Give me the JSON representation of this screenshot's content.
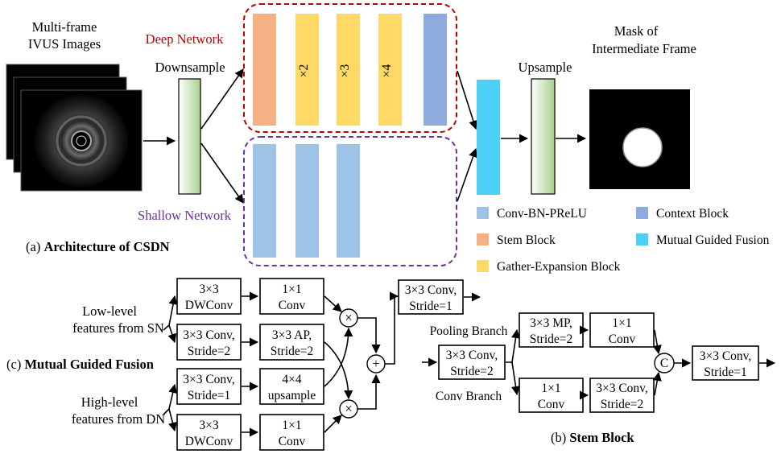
{
  "architecture": {
    "input_label_line1": "Multi-frame",
    "input_label_line2": "IVUS Images",
    "downsample_label": "Downsample",
    "deep_network_label": "Deep Network",
    "shallow_network_label": "Shallow Network",
    "gather_block_labels": [
      "×2",
      "×3",
      "×4"
    ],
    "upsample_label": "Upsample",
    "output_label_line1": "Mask of",
    "output_label_line2": "Intermediate Frame",
    "caption_prefix": "(a) ",
    "caption_bold": "Architecture of CSDN",
    "colors": {
      "deep_border": "#c00000",
      "shallow_border": "#7030a0",
      "conv_bn_prelu": "#9dc3e6",
      "stem_block": "#f4b183",
      "gather_expansion": "#ffd966",
      "context_block": "#8faadc",
      "mutual_guided_fusion": "#4dd0f5",
      "sample_green": "#a9d18e"
    }
  },
  "legend": [
    {
      "label": "Conv-BN-PReLU",
      "color": "#9dc3e6"
    },
    {
      "label": "Stem Block",
      "color": "#f4b183"
    },
    {
      "label": "Gather-Expansion Block",
      "color": "#ffd966"
    },
    {
      "label": "Context Block",
      "color": "#8faadc"
    },
    {
      "label": "Mutual Guided Fusion",
      "color": "#4dd0f5"
    }
  ],
  "fusion": {
    "caption_prefix": "(c) ",
    "caption_bold": "Mutual Guided Fusion",
    "low_level_line1": "Low-level",
    "low_level_line2": "features from SN",
    "high_level_line1": "High-level",
    "high_level_line2": "features from DN",
    "boxes": {
      "dwconv_top": [
        "3×3",
        "DWConv"
      ],
      "conv1x1_top": [
        "1×1",
        "Conv"
      ],
      "conv_s2": [
        "3×3 Conv,",
        "Stride=2"
      ],
      "ap": [
        "3×3 AP,",
        "Stride=2"
      ],
      "conv_s1": [
        "3×3 Conv,",
        "Stride=1"
      ],
      "upsample4": [
        "4×4",
        "upsample"
      ],
      "dwconv_bottom": [
        "3×3",
        "DWConv"
      ],
      "conv1x1_bottom": [
        "1×1",
        "Conv"
      ],
      "final": [
        "3×3 Conv,",
        "Stride=1"
      ]
    },
    "multiply_symbol": "×",
    "add_symbol": "+"
  },
  "stem": {
    "caption_prefix": "(b) ",
    "caption_bold": "Stem Block",
    "pooling_branch_label": "Pooling Branch",
    "conv_branch_label": "Conv Branch",
    "boxes": {
      "input_conv": [
        "3×3 Conv,",
        "Stride=2"
      ],
      "mp": [
        "3×3 MP,",
        "Stride=2"
      ],
      "pool_conv": [
        "1×1",
        "Conv"
      ],
      "branch_conv1": [
        "1×1",
        "Conv"
      ],
      "branch_conv2": [
        "3×3 Conv,",
        "Stride=2"
      ],
      "output_conv": [
        "3×3 Conv,",
        "Stride=1"
      ]
    },
    "concat_symbol": "C"
  }
}
